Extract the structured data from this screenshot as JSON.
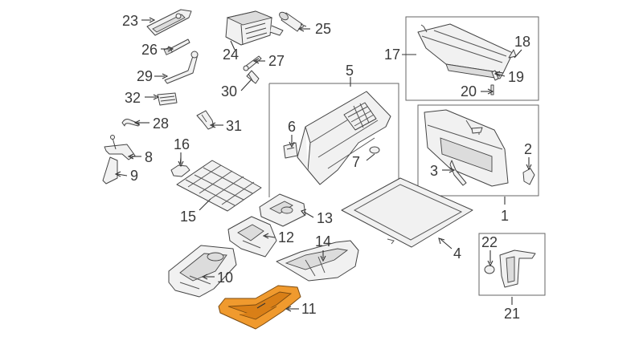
{
  "callouts": {
    "c1": "1",
    "c2": "2",
    "c3": "3",
    "c4": "4",
    "c5": "5",
    "c6": "6",
    "c7": "7",
    "c8": "8",
    "c9": "9",
    "c10": "10",
    "c11": "11",
    "c12": "12",
    "c13": "13",
    "c14": "14",
    "c15": "15",
    "c16": "16",
    "c17": "17",
    "c18": "18",
    "c19": "19",
    "c20": "20",
    "c21": "21",
    "c22": "22",
    "c23": "23",
    "c24": "24",
    "c25": "25",
    "c26": "26",
    "c27": "27",
    "c28": "28",
    "c29": "29",
    "c30": "30",
    "c31": "31",
    "c32": "32"
  },
  "highlighted_part": "11",
  "colors": {
    "highlight": "#f09a2e",
    "line": "#444444",
    "label": "#3a3a3a"
  }
}
